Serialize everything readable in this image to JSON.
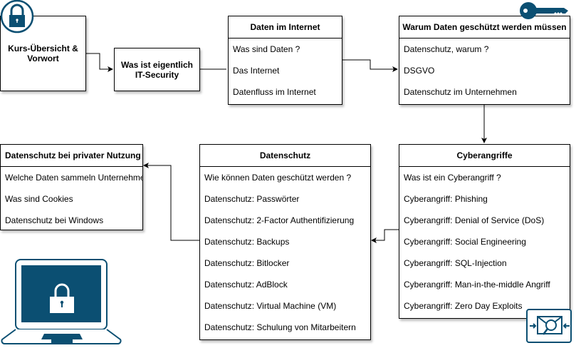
{
  "start": {
    "title": "Kurs-Übersicht & Vorwort"
  },
  "intro": {
    "title": "Was ist eigentlich IT-Security"
  },
  "internet": {
    "title": "Daten im Internet",
    "items": [
      "Was sind Daten  ?",
      "Das Internet",
      "Datenfluss im Internet"
    ]
  },
  "why": {
    "title": "Warum Daten geschützt werden müssen",
    "items": [
      "Datenschutz, warum ?",
      "DSGVO",
      "Datenschutz im Unternehmen"
    ]
  },
  "cyber": {
    "title": "Cyberangriffe",
    "items": [
      "Was ist ein Cyberangriff ?",
      "Cyberangriff: Phishing",
      "Cyberangriff: Denial of Service (DoS)",
      "Cyberangriff: Social Engineering",
      "Cyberangriff: SQL-Injection",
      "Cyberangriff: Man-in-the-middle Angriff",
      "Cyberangriff: Zero Day Exploits"
    ]
  },
  "protect": {
    "title": "Datenschutz",
    "items": [
      "Wie können Daten geschützt werden ?",
      "Datenschutz: Passwörter",
      "Datenschutz: 2-Factor Authentifizierung",
      "Datenschutz: Backups",
      "Datenschutz: Bitlocker",
      "Datenschutz: AdBlock",
      "Datenschutz: Virtual Machine (VM)",
      "Datenschutz: Schulung von Mitarbeitern"
    ]
  },
  "private": {
    "title": "Datenschutz bei privater Nutzung",
    "items": [
      "Welche Daten sammeln Unternehmen",
      "Was sind Cookies",
      "Datenschutz bei Windows"
    ]
  },
  "colors": {
    "accent": "#0b4f72",
    "line": "#000000"
  }
}
